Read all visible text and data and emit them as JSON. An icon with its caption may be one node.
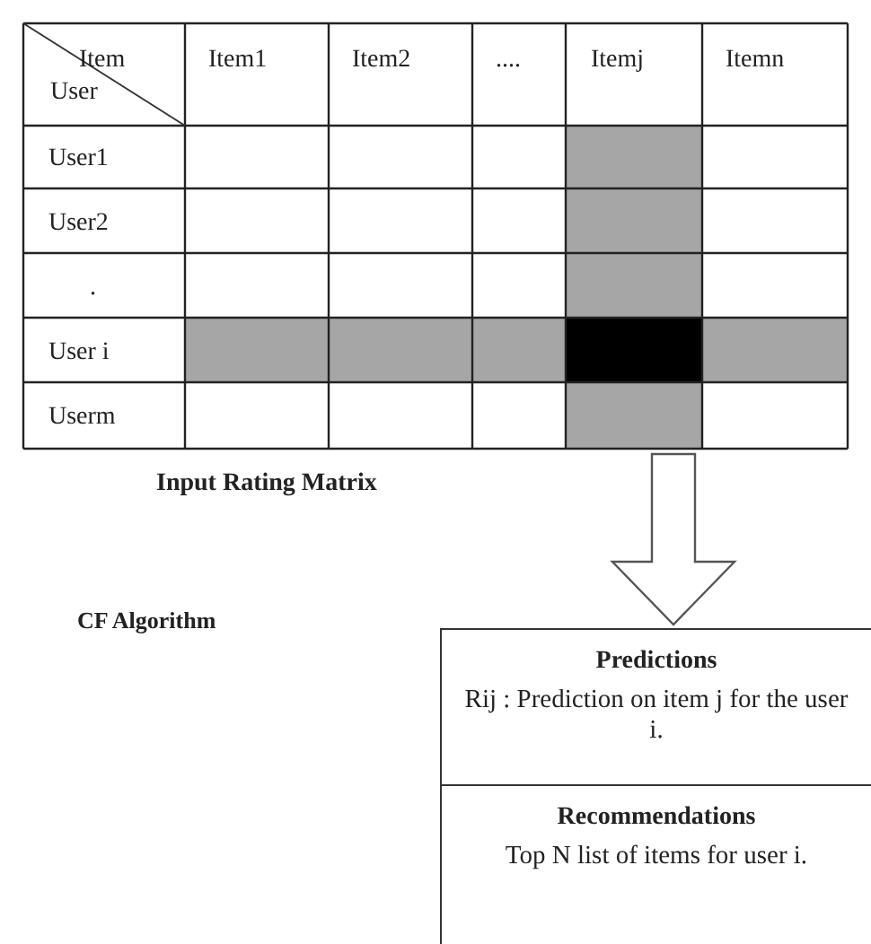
{
  "diagram": {
    "nodes": [
      {
        "text": [
          "Input Rating Matrix"
        ]
      },
      {
        "text": [
          "Predictions",
          "Rij : Prediction on item j for the user i."
        ]
      },
      {
        "text": [
          "Recommendations",
          "Top N list of items for user i."
        ]
      }
    ],
    "edges": [
      {
        "from": 0,
        "to": 1,
        "arrow": "to"
      }
    ],
    "labels": [
      "Item",
      "User",
      "Item1",
      "Item2",
      "....",
      "Itemj",
      "Itemn",
      "User1",
      "User2",
      ".",
      "User i",
      "Userm",
      "CF Algorithm"
    ]
  }
}
